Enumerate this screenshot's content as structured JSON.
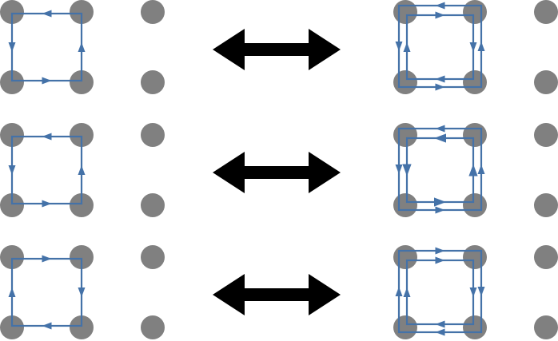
{
  "colors": {
    "dot": "#808080",
    "loop": "#4472a8",
    "arrow": "#000000",
    "background": "#ffffff"
  },
  "rows": [
    {
      "left": {
        "loops": [
          {
            "direction": "counterclockwise"
          }
        ]
      },
      "relation": "double-headed-arrow",
      "right": {
        "loops": [
          {
            "direction": "counterclockwise"
          },
          {
            "direction": "clockwise"
          }
        ]
      }
    },
    {
      "left": {
        "loops": [
          {
            "direction": "counterclockwise"
          }
        ]
      },
      "relation": "double-headed-arrow",
      "right": {
        "loops": [
          {
            "direction": "counterclockwise"
          },
          {
            "direction": "counterclockwise"
          }
        ]
      }
    },
    {
      "left": {
        "loops": [
          {
            "direction": "clockwise"
          }
        ]
      },
      "relation": "double-headed-arrow",
      "right": {
        "loops": [
          {
            "direction": "clockwise"
          },
          {
            "direction": "clockwise"
          }
        ]
      }
    }
  ]
}
